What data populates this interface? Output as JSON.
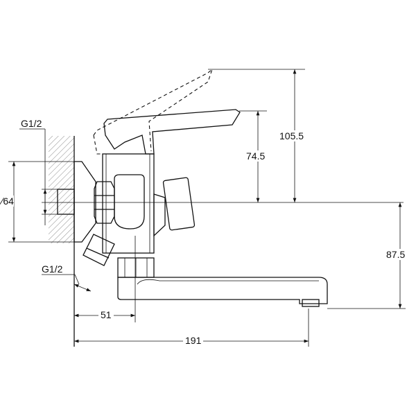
{
  "drawing": {
    "title": "Wall-mounted bath mixer dimension drawing",
    "labels": {
      "inlet_top": "G1/2",
      "inlet_bottom": "G1/2",
      "escutcheon_diameter": "∕64",
      "lever_height_raised": "105.5",
      "lever_height": "74.5",
      "spout_depth": "87.5",
      "inlet_offset": "51",
      "spout_length": "191"
    }
  }
}
